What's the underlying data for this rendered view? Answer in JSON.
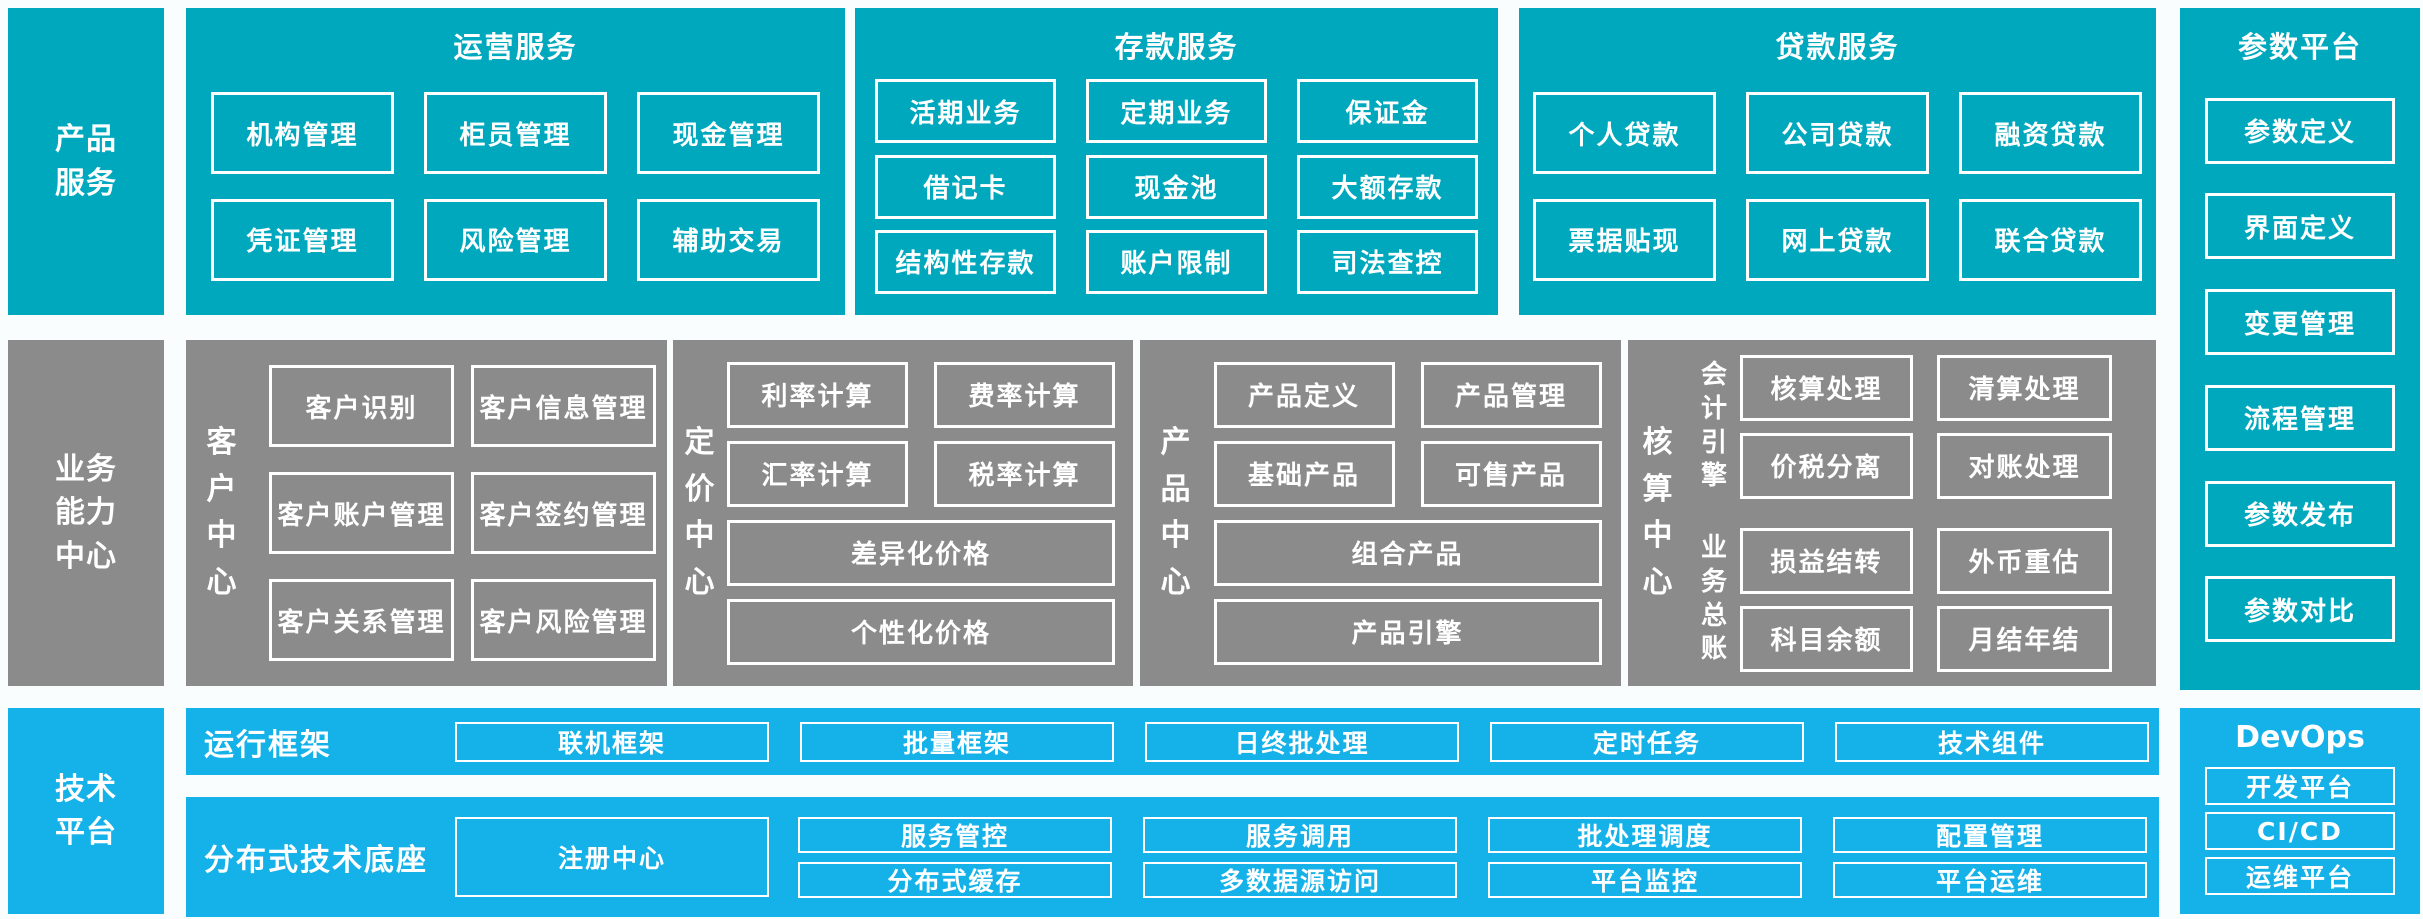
{
  "colors": {
    "teal": "#00a8bd",
    "gray": "#8b8b8b",
    "blue": "#15b1e9",
    "box_border": "#ffffff"
  },
  "left_rail": {
    "product_services": "产品\n服务",
    "business_center": "业务\n能力\n中心",
    "tech_platform": "技术\n平台"
  },
  "operations": {
    "title": "运营服务",
    "boxes": [
      "机构管理",
      "柜员管理",
      "现金管理",
      "凭证管理",
      "风险管理",
      "辅助交易"
    ]
  },
  "deposits": {
    "title": "存款服务",
    "boxes": [
      "活期业务",
      "定期业务",
      "保证金",
      "借记卡",
      "现金池",
      "大额存款",
      "结构性存款",
      "账户限制",
      "司法查控"
    ]
  },
  "loans": {
    "title": "贷款服务",
    "boxes": [
      "个人贷款",
      "公司贷款",
      "融资贷款",
      "票据贴现",
      "网上贷款",
      "联合贷款"
    ]
  },
  "param_platform": {
    "title": "参数平台",
    "boxes": [
      "参数定义",
      "界面定义",
      "变更管理",
      "流程管理",
      "参数发布",
      "参数对比"
    ]
  },
  "customer_center": {
    "label": "客\n户\n中\n心",
    "boxes": [
      "客户识别",
      "客户信息管理",
      "客户账户管理",
      "客户签约管理",
      "客户关系管理",
      "客户风险管理"
    ]
  },
  "pricing_center": {
    "label": "定\n价\n中\n心",
    "small_boxes": [
      "利率计算",
      "费率计算",
      "汇率计算",
      "税率计算"
    ],
    "wide_boxes": [
      "差异化价格",
      "个性化价格"
    ]
  },
  "product_center": {
    "label": "产\n品\n中\n心",
    "small_boxes": [
      "产品定义",
      "产品管理",
      "基础产品",
      "可售产品"
    ],
    "wide_boxes": [
      "组合产品",
      "产品引擎"
    ]
  },
  "accounting_center": {
    "label": "核\n算\n中\n心",
    "groups": [
      {
        "label": "会\n计\n引\n擎",
        "boxes": [
          "核算处理",
          "清算处理",
          "价税分离",
          "对账处理"
        ]
      },
      {
        "label": "业\n务\n总\n账",
        "boxes": [
          "损益结转",
          "外币重估",
          "科目余额",
          "月结年结"
        ]
      }
    ]
  },
  "runtime_framework": {
    "label": "运行框架",
    "boxes": [
      "联机框架",
      "批量框架",
      "日终批处理",
      "定时任务",
      "技术组件"
    ]
  },
  "distributed_base": {
    "label": "分布式技术底座",
    "registry": "注册中心",
    "row1": [
      "服务管控",
      "服务调用",
      "批处理调度",
      "配置管理"
    ],
    "row2": [
      "分布式缓存",
      "多数据源访问",
      "平台监控",
      "平台运维"
    ]
  },
  "devops": {
    "title": "DevOps",
    "boxes": [
      "开发平台",
      "CI/CD",
      "运维平台"
    ]
  }
}
